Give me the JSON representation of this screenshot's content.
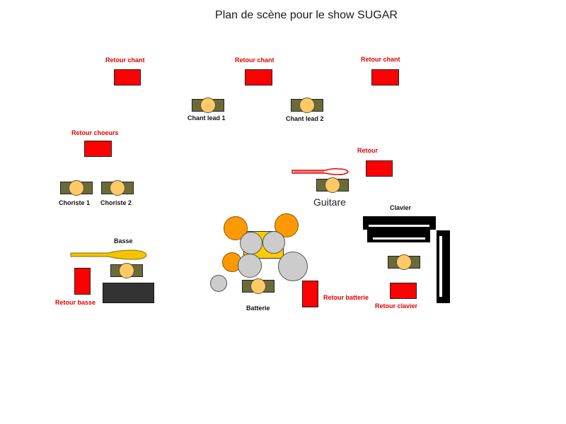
{
  "title": "Plan de scène pour le show SUGAR",
  "colors": {
    "retour": "#ff0000",
    "musician_body": "#6b6b3a",
    "musician_head": "#ffc966",
    "cymbal": "#ff9900",
    "tom": "#cccccc",
    "drum_riser": "#ffcc00",
    "bass_amp": "#333333",
    "keyboard": "#000000",
    "label_red": "#e00000"
  },
  "retours": {
    "chant_left": "Retour chant",
    "chant_center": "Retour chant",
    "chant_right": "Retour chant",
    "choeurs": "Retour choeurs",
    "guitare": "Retour",
    "basse": "Retour basse",
    "batterie": "Retour batterie",
    "clavier": "Retour clavier"
  },
  "musicians": {
    "chant_lead_1": "Chant lead 1",
    "chant_lead_2": "Chant lead 2",
    "choriste_1": "Choriste 1",
    "choriste_2": "Choriste 2",
    "guitare": "Guitare",
    "basse": "Basse",
    "batterie": "Batterie",
    "clavier": "Clavier"
  }
}
